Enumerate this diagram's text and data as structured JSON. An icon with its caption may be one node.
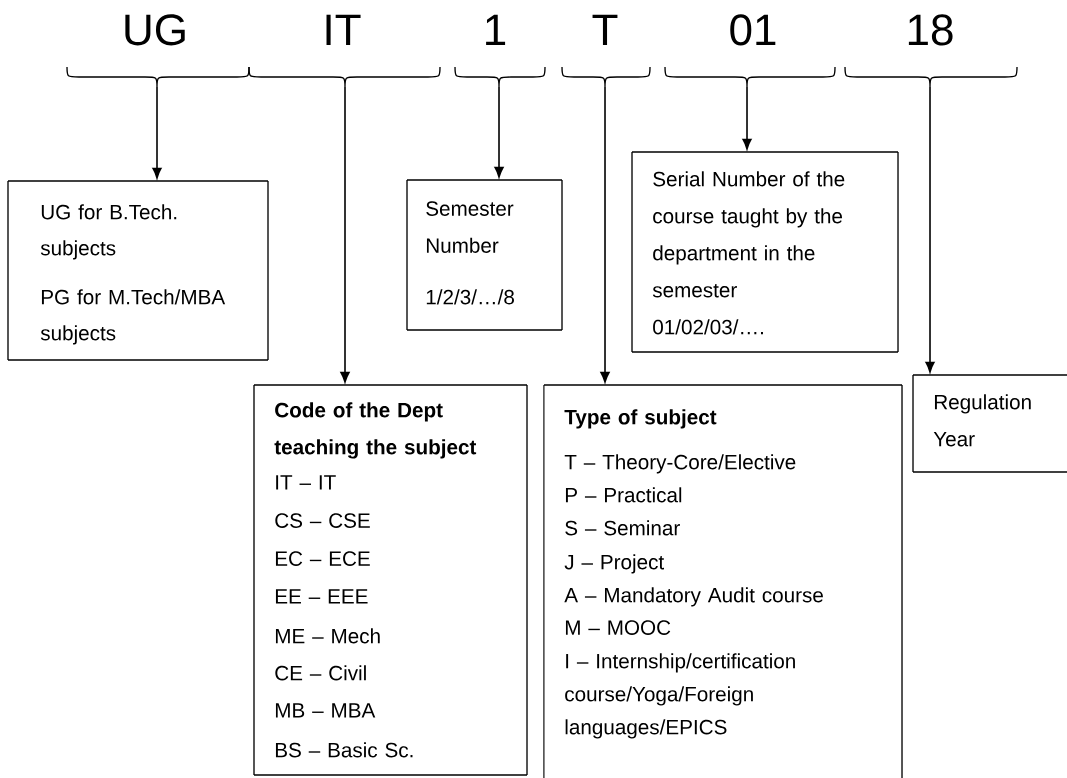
{
  "diagram": {
    "nodes": [
      {
        "text": [
          "UG"
        ]
      },
      {
        "text": [
          "IT"
        ]
      },
      {
        "text": [
          "1"
        ]
      },
      {
        "text": [
          "T"
        ]
      },
      {
        "text": [
          "01"
        ]
      },
      {
        "text": [
          "18"
        ]
      },
      {
        "text": [
          "UG for B.Tech. subjects",
          "PG for M.Tech/MBA subjects"
        ]
      },
      {
        "text": [
          "Semester Number",
          "1/2/3/…/8"
        ]
      },
      {
        "text": [
          "Serial Number of the course taught by the department in the semester",
          "01/02/03/…."
        ]
      },
      {
        "text": [
          "Code of the Dept teaching the subject",
          "IT – IT",
          "CS – CSE",
          "EC – ECE",
          "EE – EEE",
          "ME – Mech",
          "CE – Civil",
          "MB – MBA",
          "BS – Basic Sc."
        ]
      },
      {
        "text": [
          "Type of subject",
          "T – Theory-Core/Elective",
          "P – Practical",
          "S – Seminar",
          "J – Project",
          "A – Mandatory Audit course",
          "M – MOOC",
          "I – Internship/certification course/Yoga/Foreign languages/EPICS"
        ]
      },
      {
        "text": [
          "Regulation Year"
        ]
      }
    ],
    "edges": [
      {
        "from": 0,
        "to": 6,
        "arrow": "to"
      },
      {
        "from": 1,
        "to": 9,
        "arrow": "to"
      },
      {
        "from": 2,
        "to": 7,
        "arrow": "to"
      },
      {
        "from": 3,
        "to": 10,
        "arrow": "to"
      },
      {
        "from": 4,
        "to": 8,
        "arrow": "to"
      },
      {
        "from": 5,
        "to": 11,
        "arrow": "to"
      }
    ]
  }
}
